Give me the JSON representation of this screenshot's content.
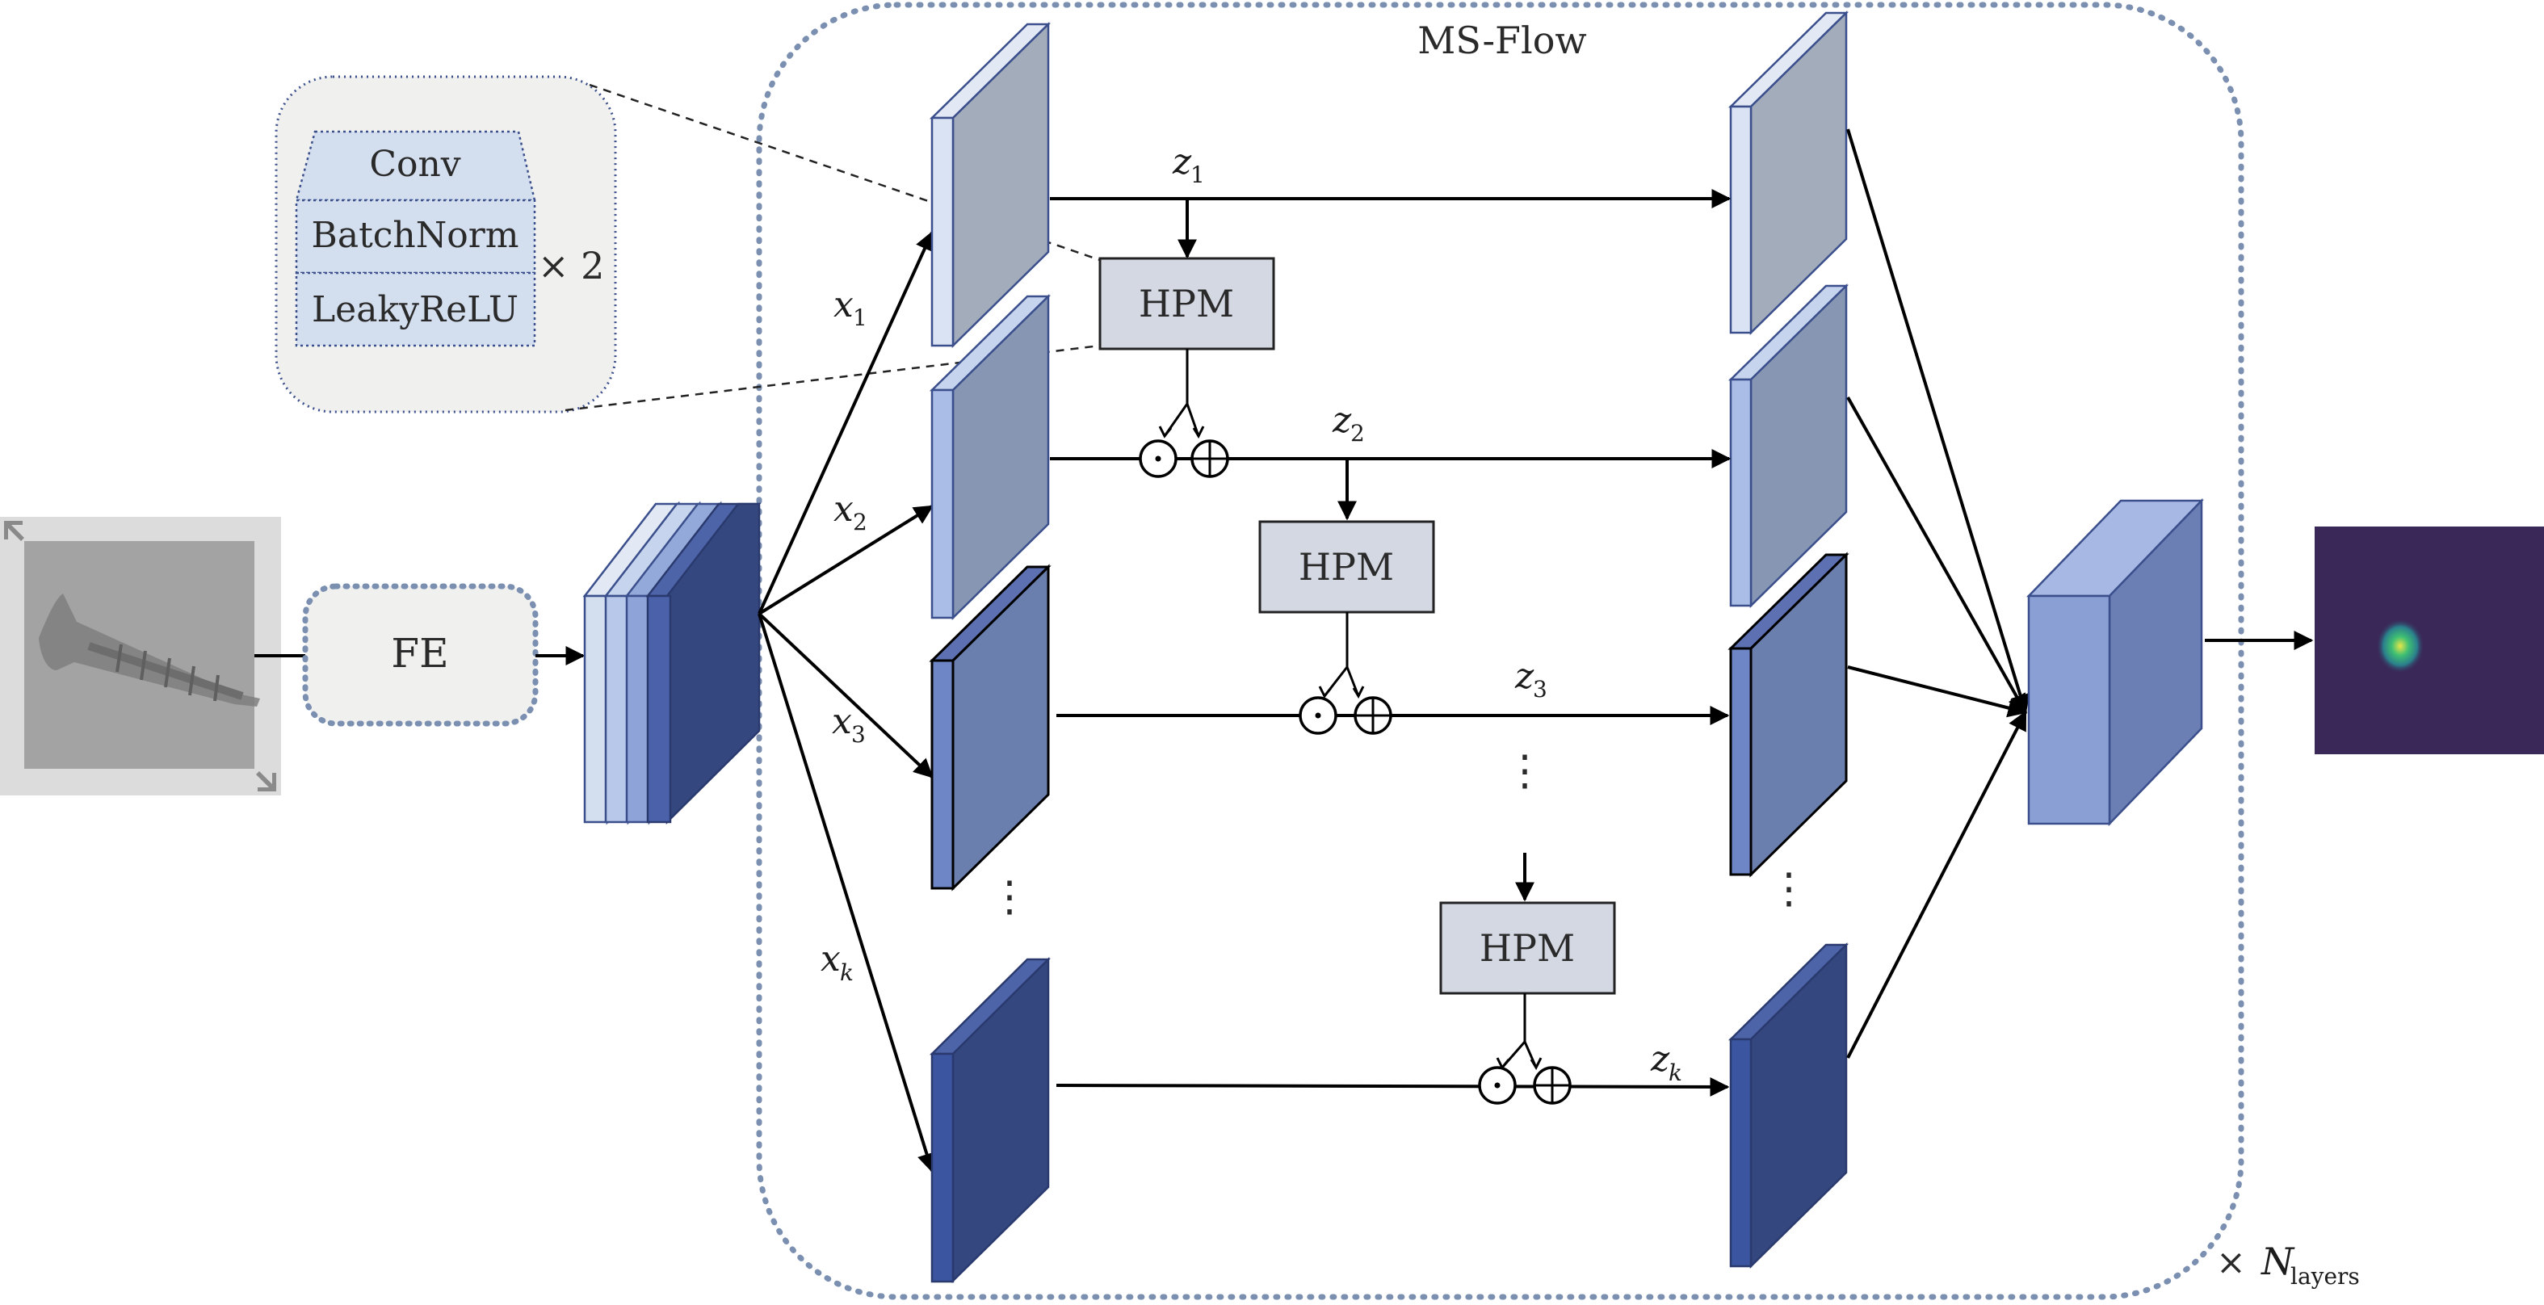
{
  "diagram": {
    "title": "MS-Flow",
    "fe_label": "FE",
    "hpm_label": "HPM",
    "repeat": {
      "times": "×",
      "symbol": "N",
      "subscript": "layers"
    },
    "subnet": {
      "layers": [
        "Conv",
        "BatchNorm",
        "LeakyReLU"
      ],
      "multiplier": "× 2"
    },
    "inputs": [
      {
        "symbol": "x",
        "subscript": "1"
      },
      {
        "symbol": "x",
        "subscript": "2"
      },
      {
        "symbol": "x",
        "subscript": "3"
      },
      {
        "symbol": "x",
        "subscript": "k"
      }
    ],
    "outputs": [
      {
        "symbol": "z",
        "subscript": "1"
      },
      {
        "symbol": "z",
        "subscript": "2"
      },
      {
        "symbol": "z",
        "subscript": "3"
      },
      {
        "symbol": "z",
        "subscript": "k"
      }
    ],
    "operators": {
      "multiply": "⊙",
      "add": "⊕"
    },
    "ellipsis": "⋮",
    "colors": {
      "container_border": "#7b8fb0",
      "light_block": "#d3deef",
      "mid_block": "#a9bde3",
      "dark_block": "#3b4f8c",
      "hpm_fill": "#d3d8e3",
      "output_block": "#8aa0d4",
      "heatmap_bg": "#3a2858"
    }
  }
}
